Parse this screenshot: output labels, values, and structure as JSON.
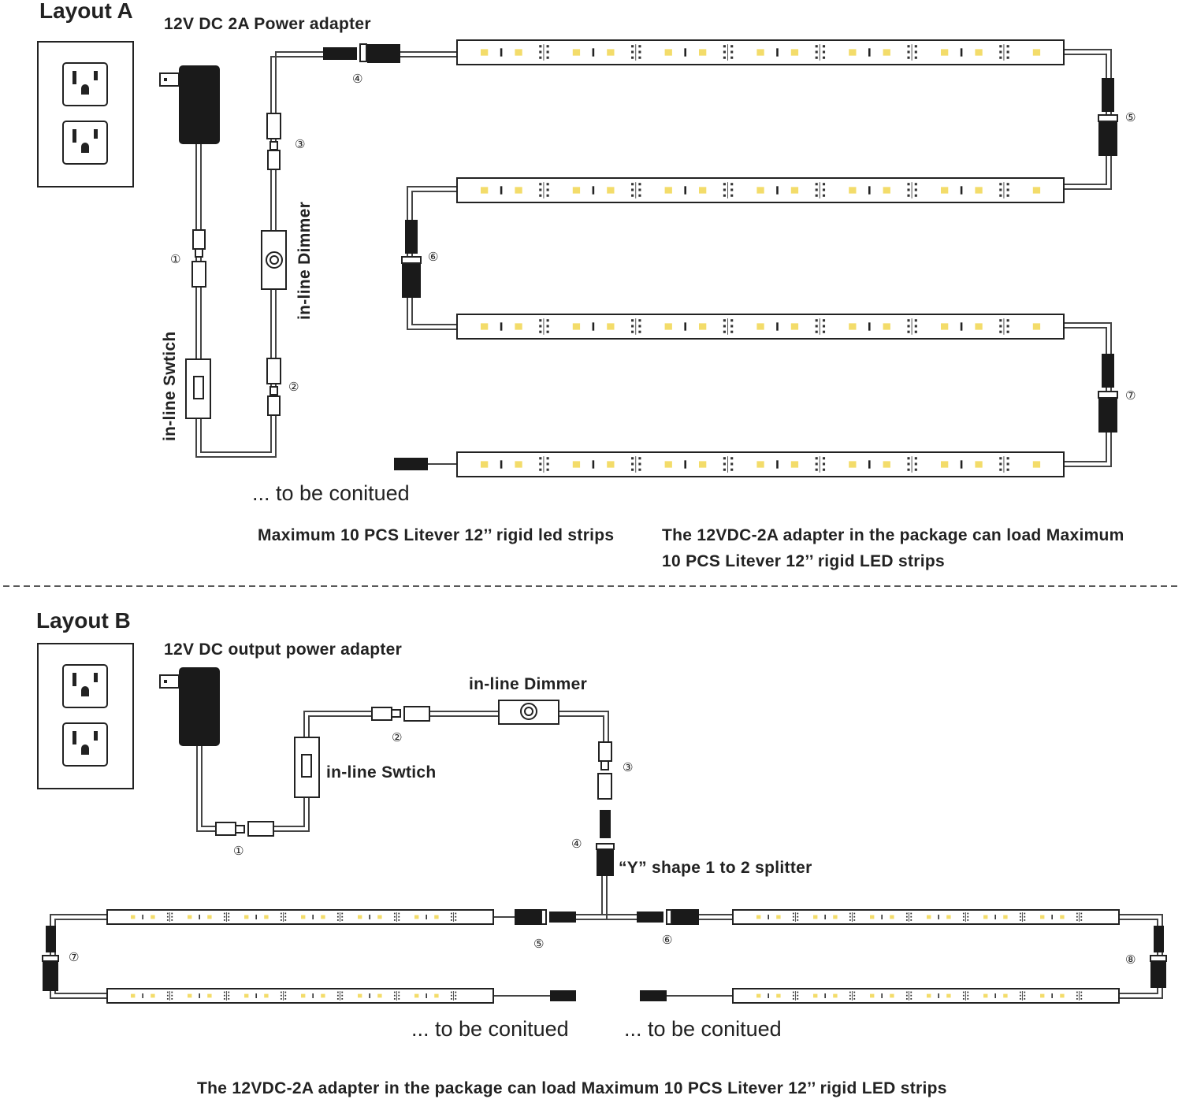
{
  "layout_a": {
    "title": "Layout A",
    "adapter_label": "12V DC 2A Power adapter",
    "switch_label": "in-line Swtich",
    "dimmer_label": "in-line Dimmer",
    "continued": "... to be conitued",
    "note_left": "Maximum 10 PCS Litever 12’’ rigid led strips",
    "note_right_1": "The 12VDC-2A adapter in the package can load Maximum",
    "note_right_2": "10 PCS Litever 12’’ rigid LED strips",
    "markers": [
      "①",
      "②",
      "③",
      "④",
      "⑤",
      "⑥",
      "⑦"
    ]
  },
  "layout_b": {
    "title": "Layout B",
    "adapter_label": "12V DC output power adapter",
    "dimmer_label": "in-line Dimmer",
    "switch_label": "in-line Swtich",
    "splitter_label": "“Y” shape 1 to 2 splitter",
    "continued_left": "... to be conitued",
    "continued_right": "... to be conitued",
    "footer": "The 12VDC-2A adapter in the package can load Maximum 10 PCS Litever 12’’ rigid LED strips",
    "markers": [
      "①",
      "②",
      "③",
      "④",
      "⑤",
      "⑥",
      "⑦",
      "⑧"
    ]
  },
  "colors": {
    "wire": "#444444",
    "connector": "#1a1a1a",
    "led_chip": "#f3dc6a",
    "line": "#222222"
  },
  "icons": [
    "wall-outlet-icon",
    "power-adapter-icon",
    "led-strip-icon",
    "dimmer-icon",
    "switch-icon",
    "connector-icon"
  ]
}
